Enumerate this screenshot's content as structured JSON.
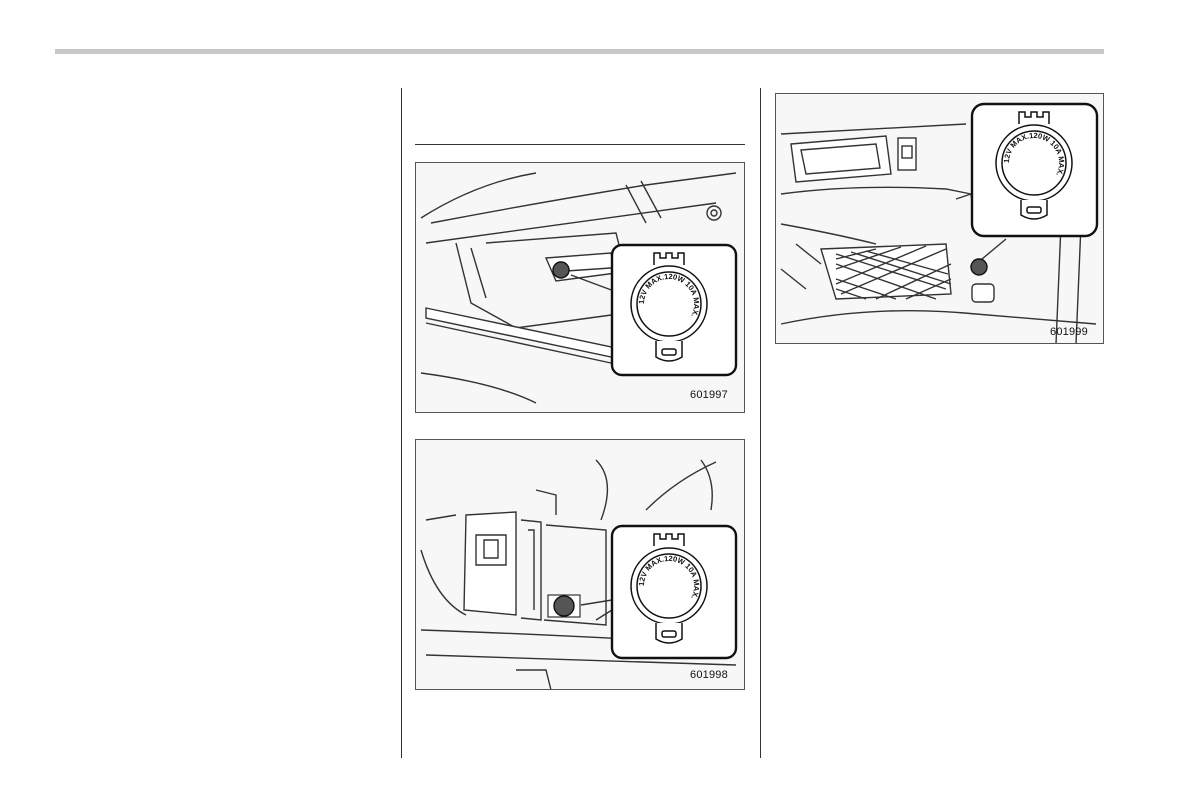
{
  "figures": [
    {
      "code": "601997",
      "callout_text": "12V MAX.120W 10A MAX."
    },
    {
      "code": "601998",
      "callout_text": "12V MAX.120W 10A MAX."
    },
    {
      "code": "601999",
      "callout_text": "12V MAX.120W 10A MAX."
    }
  ]
}
